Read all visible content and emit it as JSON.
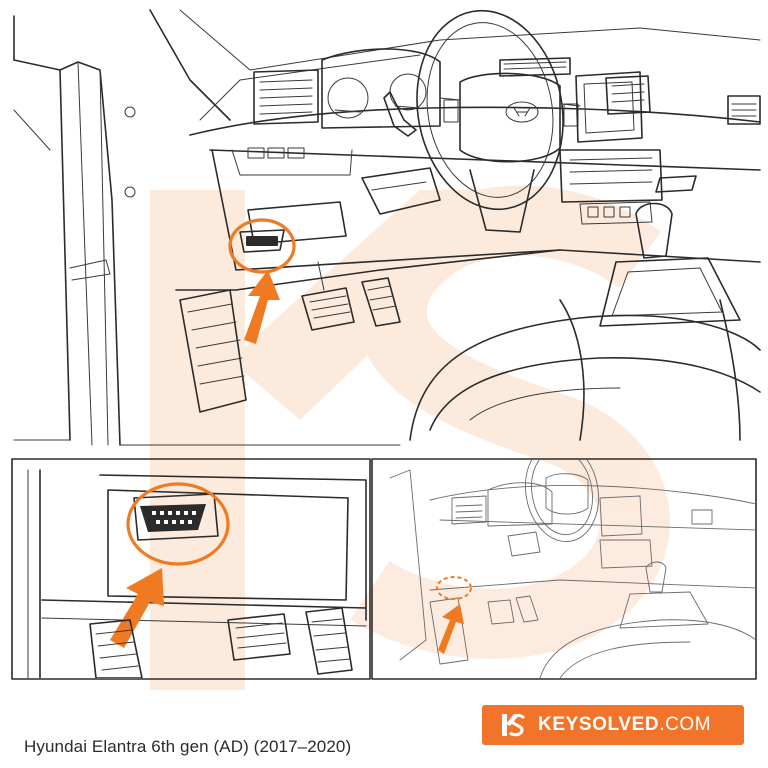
{
  "caption": "Hyundai Elantra 6th gen (AD) (2017–2020)",
  "brand": {
    "name_bold": "KEYSOLVED",
    "name_light": ".COM",
    "logo_icon": "ks-logo-icon"
  },
  "colors": {
    "accent": "#f07a22",
    "brand_bg": "#f1742a",
    "line": "#2b2b2b",
    "watermark": "#f5c6a3"
  }
}
